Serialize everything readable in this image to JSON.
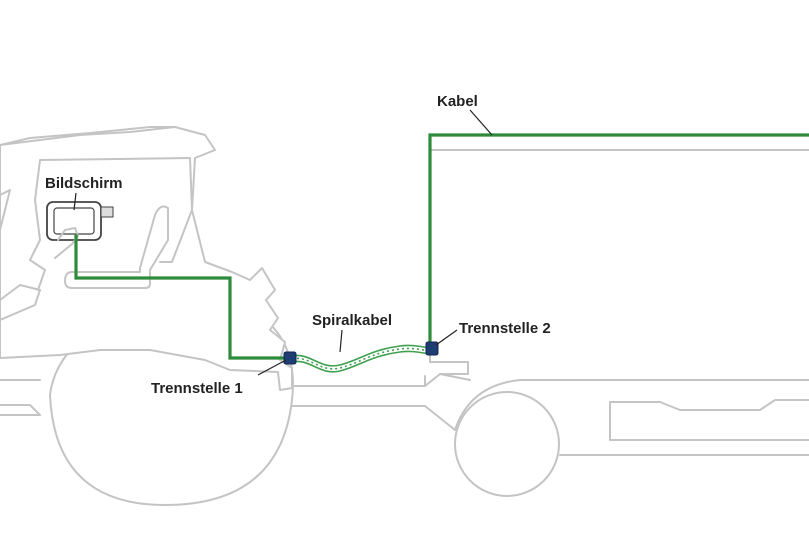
{
  "labels": {
    "screen": "Bildschirm",
    "cable": "Kabel",
    "spiral_cable": "Spiralkabel",
    "junction_1": "Trennstelle 1",
    "junction_2": "Trennstelle 2"
  },
  "colors": {
    "cable": "#2e8b3c",
    "connector": "#1e3d73",
    "outline": "#c4c4c4",
    "text": "#222222"
  }
}
